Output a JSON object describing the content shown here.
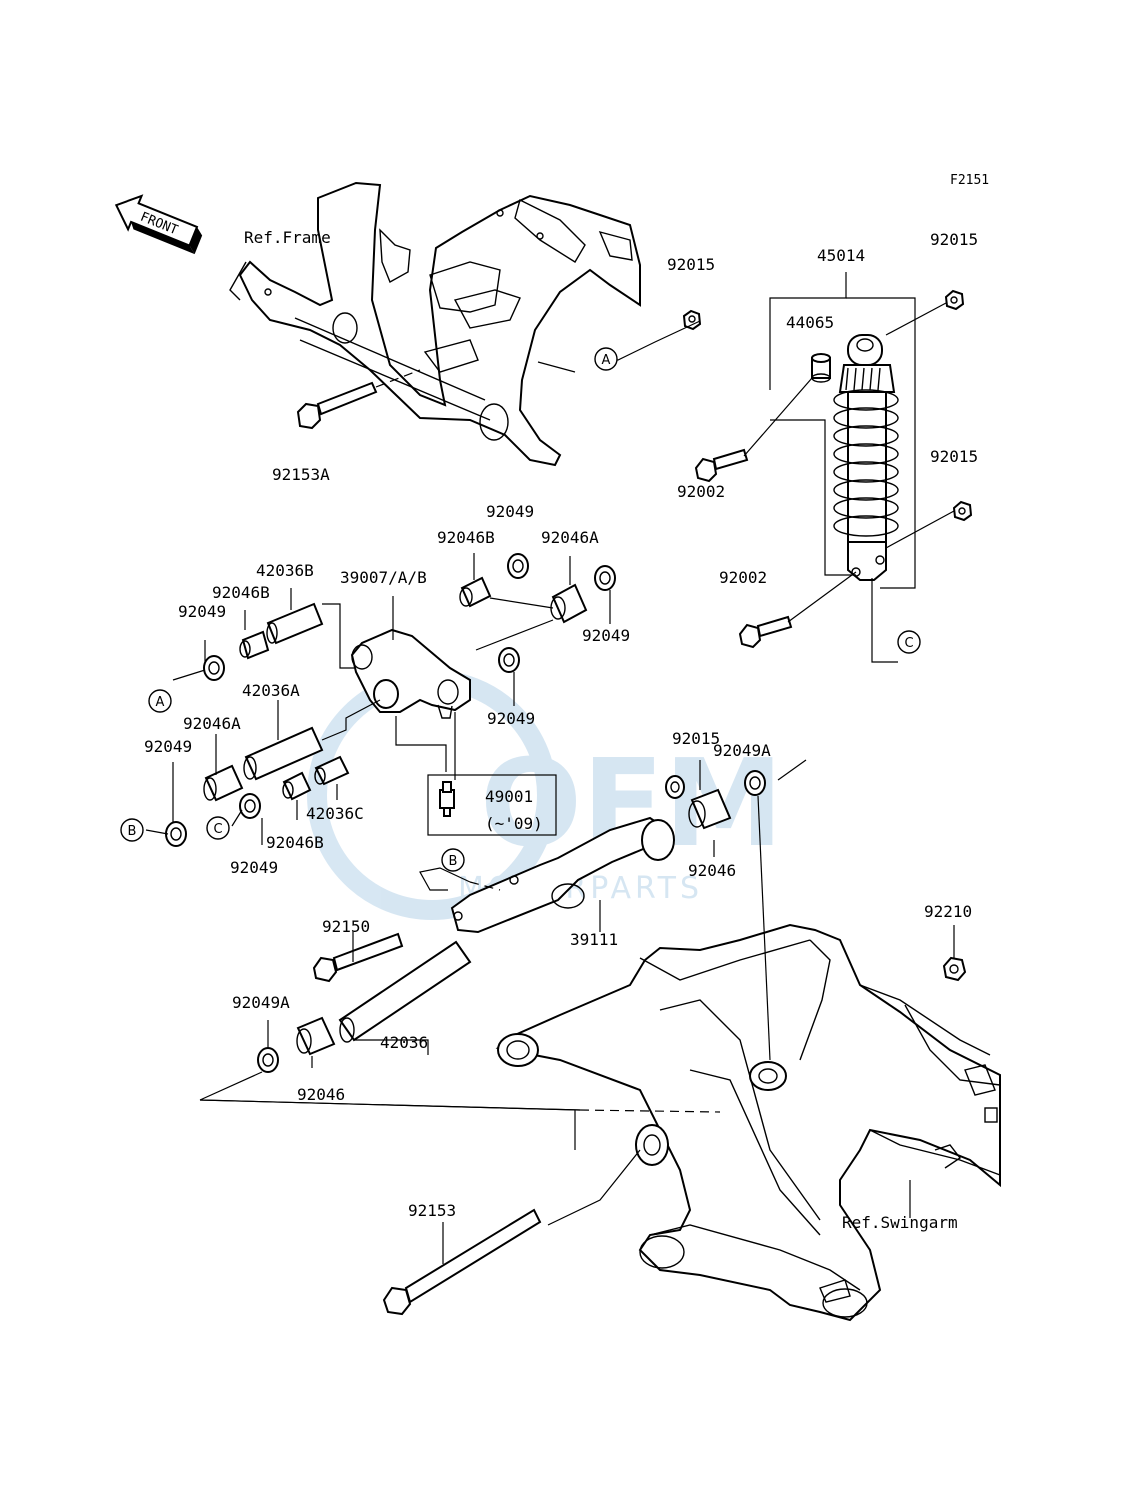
{
  "figure_code": "F2151",
  "front_label": "FRONT",
  "ref_labels": {
    "frame": "Ref.Frame",
    "swingarm": "Ref.Swingarm"
  },
  "callouts": {
    "a": "A",
    "b": "B",
    "c": "C"
  },
  "watermark": {
    "brand": "OEM",
    "sub": "MOTORPARTS",
    "color": "#4a90c8"
  },
  "parts": {
    "p92015_top": "92015",
    "p45014": "45014",
    "p92015_rt": "92015",
    "p44065": "44065",
    "p92015_mid": "92015",
    "p92002_a": "92002",
    "p92002_b": "92002",
    "p92153a": "92153A",
    "p92049_1": "92049",
    "p92046b_1": "92046B",
    "p92046a_1": "92046A",
    "p42036b": "42036B",
    "p39007": "39007/A/B",
    "p92046b_2": "92046B",
    "p92049_2": "92049",
    "p92049_3": "92049",
    "p92049_4": "92049",
    "p42036a": "42036A",
    "p92046a_2": "92046A",
    "p92049_5": "92049",
    "p92015_low": "92015",
    "p92049a_1": "92049A",
    "p49001": "49001",
    "p49001_note": "(~'09)",
    "p42036c": "42036C",
    "p92046b_3": "92046B",
    "p92049_6": "92049",
    "p92046_1": "92046",
    "p39111": "39111",
    "p92150": "92150",
    "p92210": "92210",
    "p92049a_2": "92049A",
    "p42036": "42036",
    "p92046_2": "92046",
    "p92153": "92153"
  }
}
